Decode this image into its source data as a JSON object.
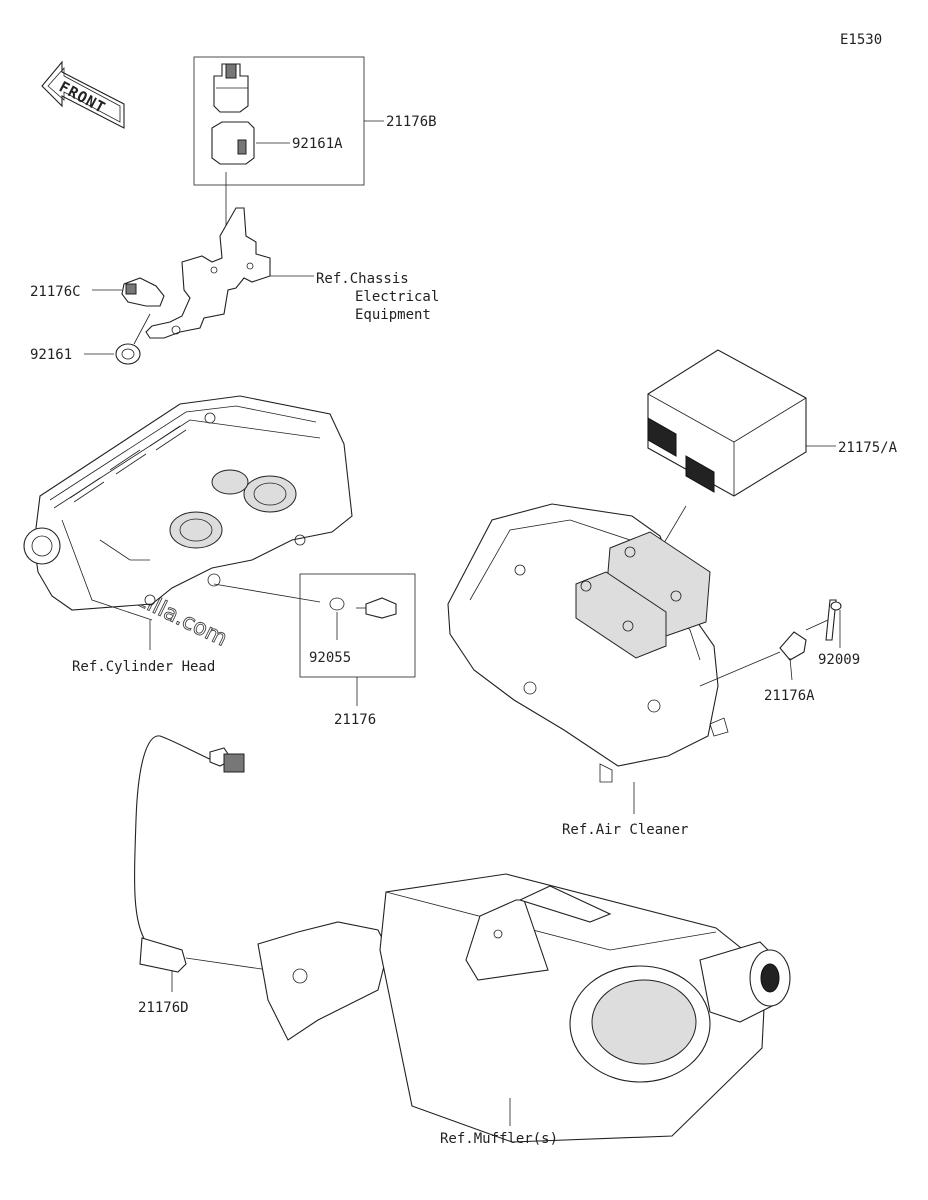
{
  "diagram_code": "E1530",
  "front_label": "FRONT",
  "watermark": "© Partzilla.com",
  "labels": {
    "p21176B": "21176B",
    "p92161A": "92161A",
    "p21176C": "21176C",
    "p92161": "92161",
    "ref_chassis_1": "Ref.Chassis",
    "ref_chassis_2": "Electrical",
    "ref_chassis_3": "Equipment",
    "p21175A": "21175/A",
    "p92055": "92055",
    "p21176": "21176",
    "ref_cyl": "Ref.Cylinder Head",
    "p92009": "92009",
    "p21176A": "21176A",
    "ref_air": "Ref.Air Cleaner",
    "p21176D": "21176D",
    "ref_muffler": "Ref.Muffler(s)"
  }
}
